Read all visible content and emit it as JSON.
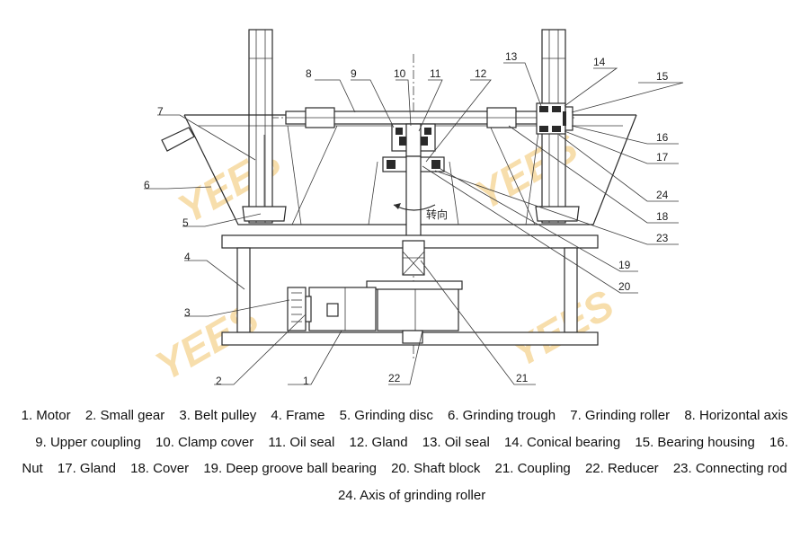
{
  "diagram": {
    "rotation_label": "转向",
    "watermark": "YEES",
    "callouts": [
      {
        "n": "1"
      },
      {
        "n": "2"
      },
      {
        "n": "3"
      },
      {
        "n": "4"
      },
      {
        "n": "5"
      },
      {
        "n": "6"
      },
      {
        "n": "7"
      },
      {
        "n": "8"
      },
      {
        "n": "9"
      },
      {
        "n": "10"
      },
      {
        "n": "11"
      },
      {
        "n": "12"
      },
      {
        "n": "13"
      },
      {
        "n": "14"
      },
      {
        "n": "15"
      },
      {
        "n": "16"
      },
      {
        "n": "17"
      },
      {
        "n": "18"
      },
      {
        "n": "19"
      },
      {
        "n": "20"
      },
      {
        "n": "21"
      },
      {
        "n": "22"
      },
      {
        "n": "23"
      },
      {
        "n": "24"
      }
    ]
  },
  "legend": {
    "items": [
      "1. Motor",
      "2. Small gear",
      "3. Belt pulley",
      "4. Frame",
      "5. Grinding disc",
      "6. Grinding trough",
      "7. Grinding roller",
      "8. Horizontal axis",
      "9. Upper coupling",
      "10. Clamp cover",
      "11. Oil seal",
      "12. Gland",
      "13. Oil seal",
      "14. Conical bearing",
      "15. Bearing housing",
      "16. Nut",
      "17. Gland",
      "18. Cover",
      "19. Deep groove ball bearing",
      "20. Shaft block",
      "21. Coupling",
      "22. Reducer",
      "23. Connecting rod",
      "24. Axis of grinding roller"
    ]
  }
}
